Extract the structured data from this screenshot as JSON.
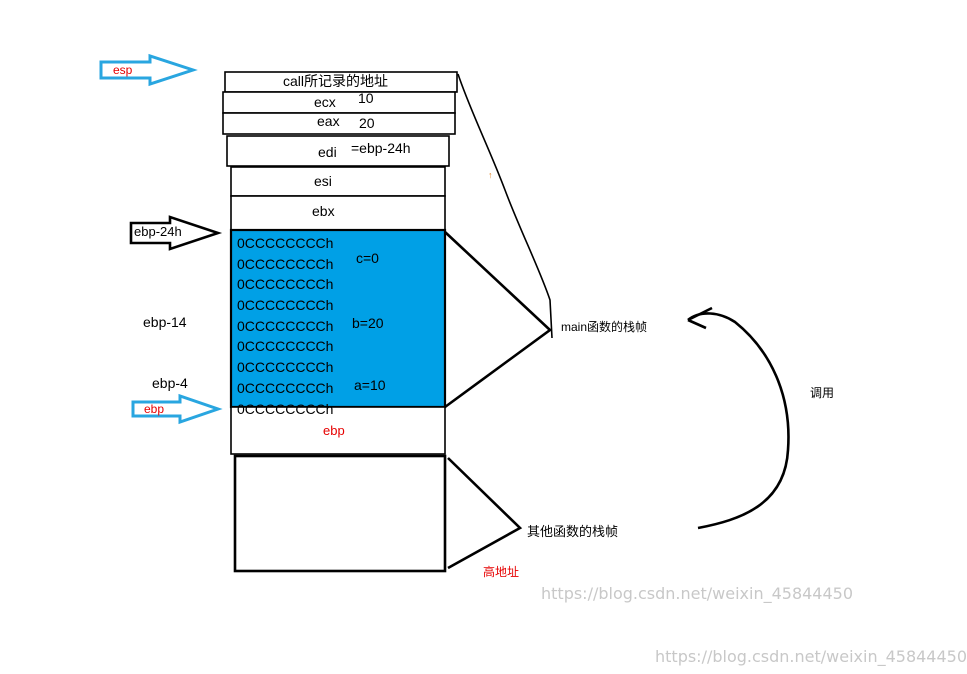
{
  "stack_slots": {
    "call_return": "call所记录的地址",
    "ecx": "ecx",
    "ecx_value": "10",
    "eax": "eax",
    "eax_value": "20",
    "edi": "edi",
    "edi_value": "=ebp-24h",
    "esi": "esi",
    "ebx": "ebx",
    "ebp_saved": "ebp"
  },
  "local_area": {
    "fill_rows": [
      "0CCCCCCCCh",
      "0CCCCCCCCh",
      "0CCCCCCCCh",
      "0CCCCCCCCh",
      "0CCCCCCCCh",
      "0CCCCCCCCh",
      "0CCCCCCCCh",
      "0CCCCCCCCh",
      "0CCCCCCCCh"
    ],
    "var_c": "c=0",
    "var_b": "b=20",
    "var_a": "a=10",
    "fill_color": "#00a0e6"
  },
  "pointers": {
    "esp": "esp",
    "ebp_minus_24h": "ebp-24h",
    "ebp_minus_14": "ebp-14",
    "ebp_minus_4": "ebp-4",
    "ebp": "ebp"
  },
  "frames": {
    "main_frame": "main函数的栈帧",
    "other_frame": "其他函数的栈帧",
    "call_label": "调用",
    "high_address": "高地址",
    "stray_mark": "↑"
  },
  "colors": {
    "arrow_blue": "#29a6e0",
    "red_text": "#e60000"
  },
  "watermarks": {
    "center": "https://blog.csdn.net/weixin_45844450",
    "bottom_right": "https://blog.csdn.net/weixin_45844450"
  }
}
